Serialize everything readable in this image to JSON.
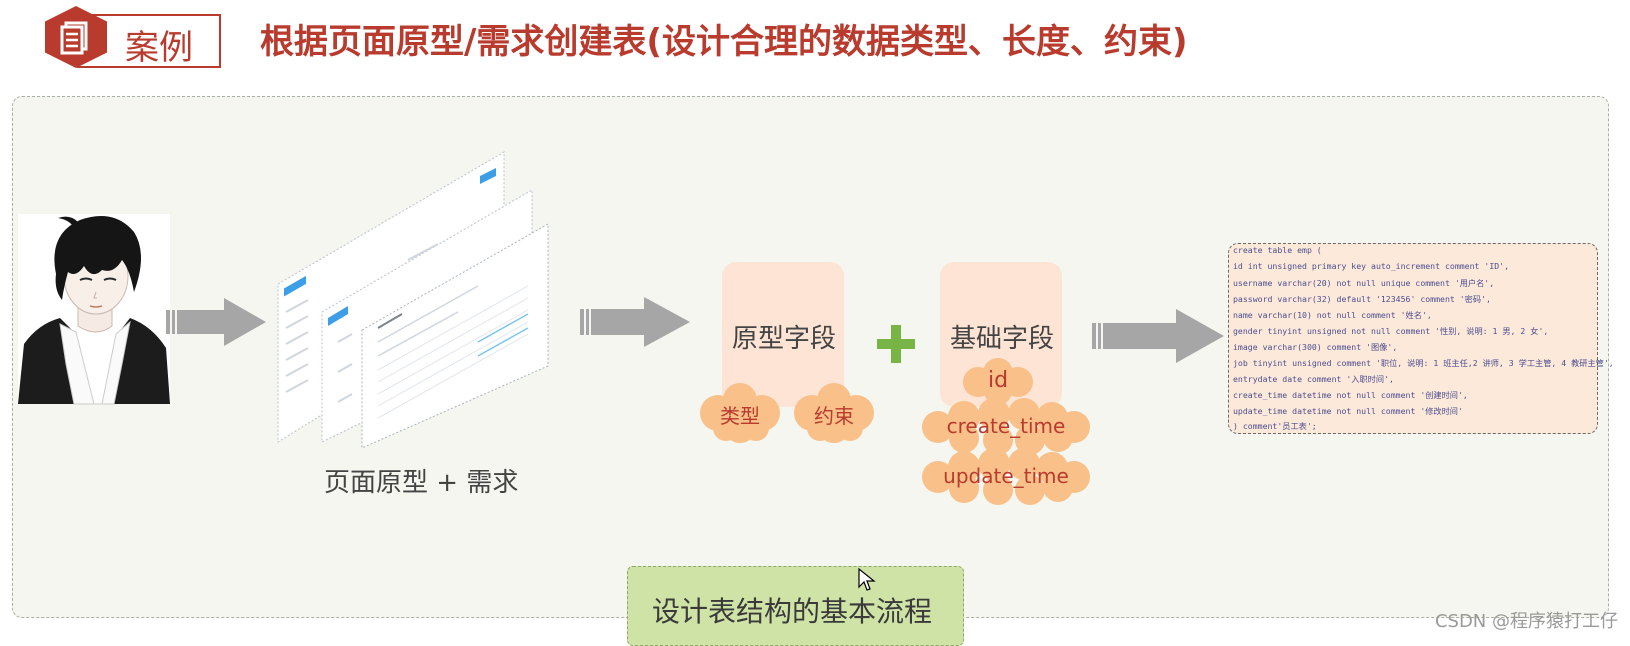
{
  "header": {
    "badge_label": "案例",
    "title": "根据页面原型/需求创建表(设计合理的数据类型、长度、约束)"
  },
  "flow": {
    "prototype_label": "页面原型 + 需求",
    "prototype_fields": {
      "label": "原型字段",
      "tags": [
        "类型",
        "约束"
      ]
    },
    "base_fields": {
      "label": "基础字段",
      "tags": [
        "id",
        "create_time",
        "update_time"
      ]
    },
    "caption": "设计表结构的基本流程"
  },
  "code": {
    "lines": [
      "create table emp (",
      "  id int unsigned primary key auto_increment comment 'ID',",
      "  username varchar(20) not null unique comment '用户名',",
      "  password varchar(32) default '123456' comment '密码',",
      "  name varchar(10) not null comment '姓名',",
      "  gender tinyint unsigned not null comment '性别, 说明: 1 男, 2 女',",
      "  image varchar(300) comment '图像',",
      "  job tinyint unsigned comment '职位, 说明: 1 班主任,2 讲师, 3 学工主管, 4 教研主管',",
      "  entrydate date comment '入职时间',",
      "  create_time datetime not null comment '创建时间',",
      "  update_time datetime not null comment '修改时间'",
      ") comment'员工表';"
    ]
  },
  "watermark": "CSDN @程序猿打工仔",
  "colors": {
    "accent_red": "#b83b2e",
    "panel_bg": "#f4f6ef",
    "field_bg": "#fde4d4",
    "cloud": "#f9c089",
    "plus_green": "#79b546",
    "caption_bg": "#cfe3a7",
    "arrow_gray": "#a6a6a6"
  }
}
